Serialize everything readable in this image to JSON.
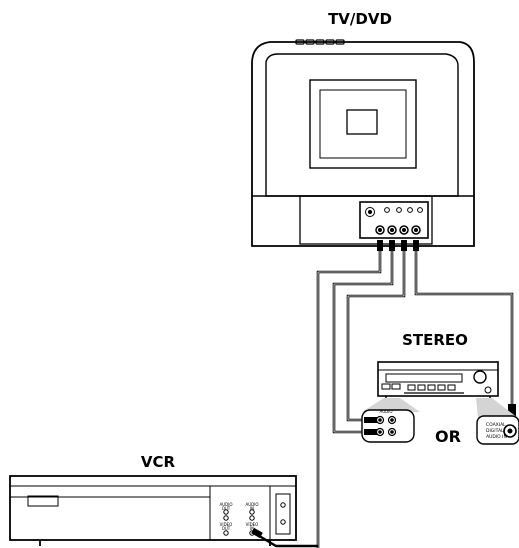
{
  "labels": {
    "tv_dvd": "TV/DVD",
    "stereo": "STEREO",
    "vcr": "VCR",
    "or": "OR"
  },
  "jack_labels": {
    "coaxial": [
      "COAXIAL",
      "DIGITAL",
      "AUDIO IN"
    ],
    "stereo_audio": "AUDIO",
    "vcr_audio_out": [
      "AUDIO",
      "OUT"
    ],
    "vcr_audio_in": [
      "AUDIO",
      "IN"
    ],
    "vcr_video_out": [
      "VIDEO",
      "OUT"
    ],
    "vcr_video_in": [
      "VIDEO",
      "IN"
    ]
  },
  "colors": {
    "ink": "#000000",
    "paper": "#ffffff",
    "callout": "#d4d4d4"
  }
}
